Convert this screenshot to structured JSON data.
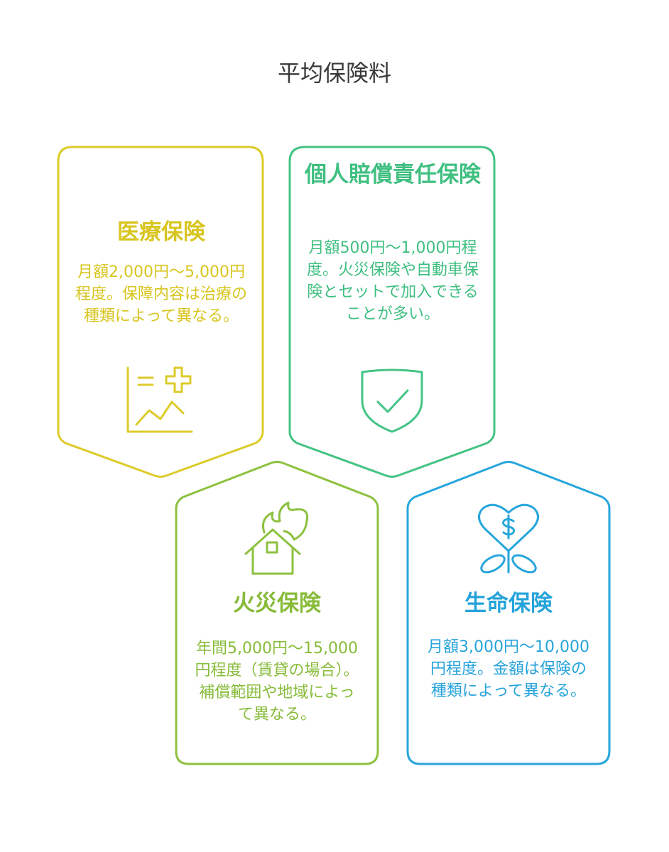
{
  "title": "平均保険料",
  "cards": [
    {
      "title": "医療保険",
      "description": "月額2,000円〜5,000円程度。保障内容は治療の種類によって異なる。",
      "icon": "medical-chart-icon",
      "color": "#dccb2a"
    },
    {
      "title": "個人賠償責任保険",
      "description": "月額500円〜1,000円程度。火災保険や自動車保険とセットで加入できることが多い。",
      "icon": "shield-check-icon",
      "color": "#43c384"
    },
    {
      "title": "火災保険",
      "description": "年間5,000円〜15,000円程度（賃貸の場合）。補償範囲や地域によって異なる。",
      "icon": "house-fire-icon",
      "color": "#8dc13f"
    },
    {
      "title": "生命保険",
      "description": "月額3,000円〜10,000円程度。金額は保険の種類によって異なる。",
      "icon": "heart-dollar-plant-icon",
      "color": "#27a6dc"
    }
  ]
}
